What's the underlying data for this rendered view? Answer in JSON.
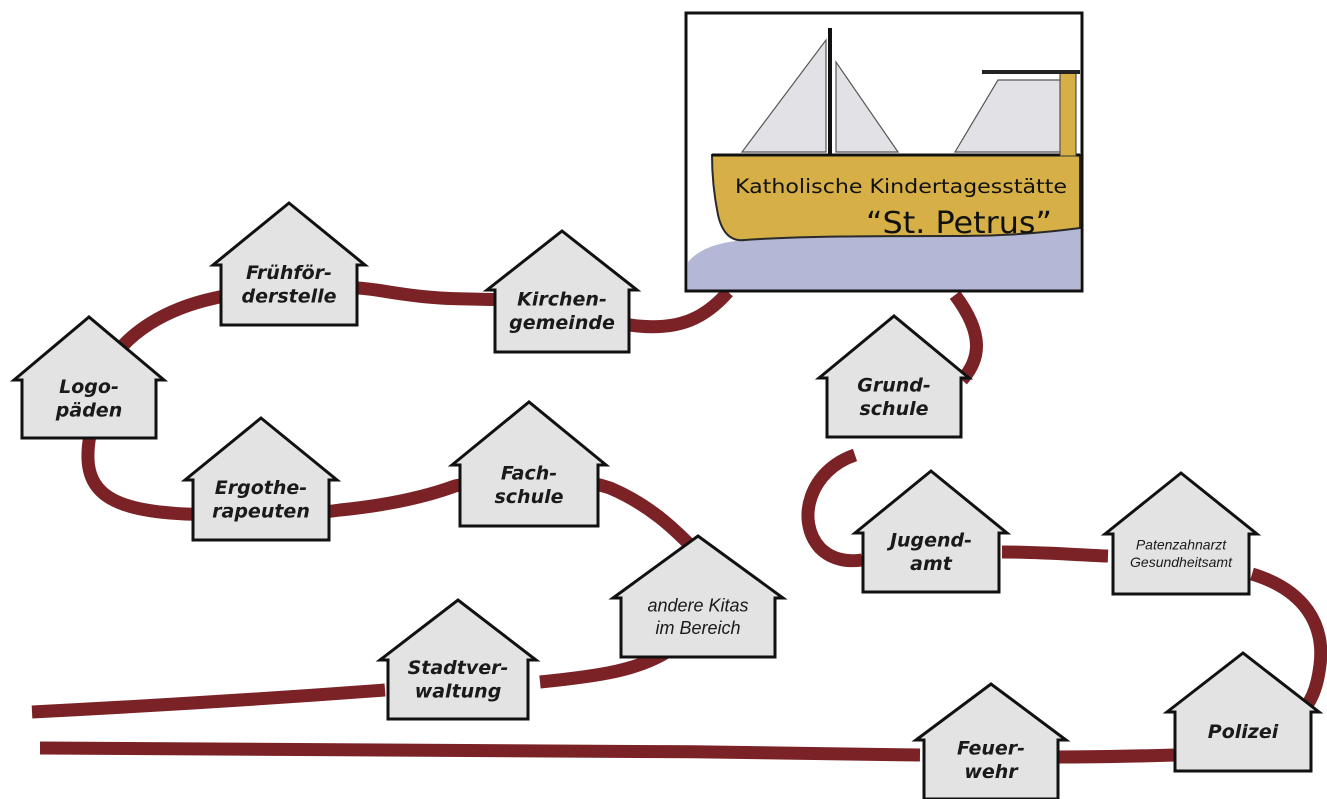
{
  "colors": {
    "road": "#7b2226",
    "house_fill": "#e3e3e3",
    "house_stroke": "#111111",
    "hull": "#d6b046",
    "water": "#b4b8d6",
    "sail": "#e2e2e6",
    "frame": "#111111"
  },
  "kita": {
    "line1": "Katholische Kindertagesstätte",
    "line2": "“St. Petrus”"
  },
  "houses": [
    {
      "id": "fruehfoerderstelle",
      "lines": [
        "Frühför-",
        "derstelle"
      ]
    },
    {
      "id": "kirchengemeinde",
      "lines": [
        "Kirchen-",
        "gemeinde"
      ]
    },
    {
      "id": "logopaeden",
      "lines": [
        "Logo-",
        "päden"
      ]
    },
    {
      "id": "ergotherapeuten",
      "lines": [
        "Ergothe-",
        "rapeuten"
      ]
    },
    {
      "id": "fachschule",
      "lines": [
        "Fach-",
        "schule"
      ]
    },
    {
      "id": "andere-kitas",
      "lines": [
        "andere Kitas",
        "im Bereich"
      ]
    },
    {
      "id": "stadtverwaltung",
      "lines": [
        "Stadtver-",
        "waltung"
      ]
    },
    {
      "id": "grundschule",
      "lines": [
        "Grund-",
        "schule"
      ]
    },
    {
      "id": "jugendamt",
      "lines": [
        "Jugend-",
        "amt"
      ]
    },
    {
      "id": "patenzahnarzt",
      "lines": [
        "Patenzahnarzt",
        "Gesundheitsamt"
      ]
    },
    {
      "id": "polizei",
      "lines": [
        "Polizei"
      ]
    },
    {
      "id": "feuerwehr",
      "lines": [
        "Feuer-",
        "wehr"
      ]
    }
  ]
}
